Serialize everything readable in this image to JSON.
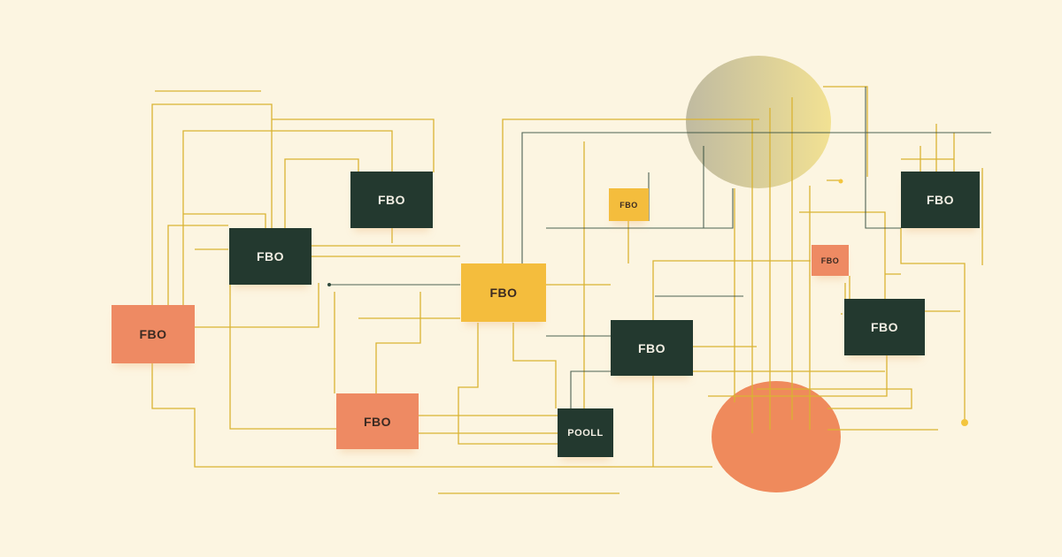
{
  "colors": {
    "background": "#fcf5e1",
    "dark_node": "#23392f",
    "coral_node": "#ee8a63",
    "yellow_node": "#f4bd3d",
    "wire_gold": "#d9b332",
    "wire_dark": "#2f4a3c",
    "circle_coral": "#ef8a5c",
    "circle_gradient_left": "#b9b49a",
    "circle_gradient_right": "#f1df8a"
  },
  "nodes": [
    {
      "id": "n1",
      "label": "FBO",
      "style": "dark"
    },
    {
      "id": "n2",
      "label": "FBO",
      "style": "dark"
    },
    {
      "id": "n3",
      "label": "FBO",
      "style": "coral"
    },
    {
      "id": "n4",
      "label": "FBO",
      "style": "yellow"
    },
    {
      "id": "n5",
      "label": "FBO",
      "style": "yellow"
    },
    {
      "id": "n6",
      "label": "FBO",
      "style": "dark"
    },
    {
      "id": "n7",
      "label": "FBO",
      "style": "coral"
    },
    {
      "id": "n8",
      "label": "POOLL",
      "style": "dark"
    },
    {
      "id": "n9",
      "label": "FBO",
      "style": "coral"
    },
    {
      "id": "n10",
      "label": "FBO",
      "style": "dark"
    },
    {
      "id": "n11",
      "label": "FBO",
      "style": "dark"
    }
  ]
}
